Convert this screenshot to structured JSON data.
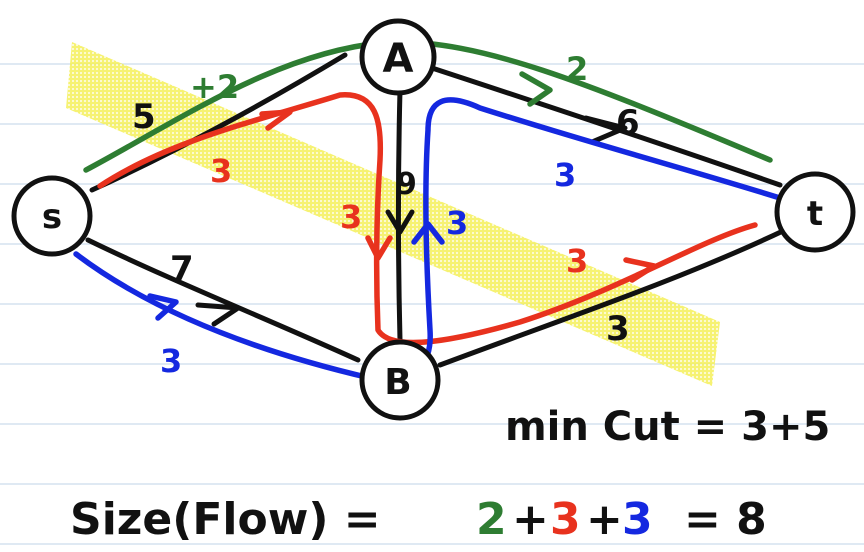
{
  "nodes": {
    "s": "s",
    "a": "A",
    "b": "B",
    "t": "t"
  },
  "capacities": {
    "s_a": "5",
    "s_b": "7",
    "a_t": "6",
    "a_b": "9",
    "b_t": "3"
  },
  "flows": {
    "green_s_a": "+2",
    "green_a_t": "2",
    "red_s_a": "3",
    "red_a_b": "3",
    "red_b_t": "3",
    "blue_s_b": "3",
    "blue_b_a": "3",
    "blue_a_t": "3"
  },
  "min_cut": "min Cut = 3+5",
  "size_flow": {
    "lhs": "Size(Flow) =",
    "term1": "2",
    "plus1": "+",
    "term2": "3",
    "plus2": "+",
    "term3": "3",
    "rhs": "= 8"
  },
  "colors": {
    "ink": "#111111",
    "green": "#2e7d32",
    "red": "#e8321e",
    "blue": "#1428e0",
    "highlight": "#f4f05a",
    "rule": "#dfe9f3"
  }
}
